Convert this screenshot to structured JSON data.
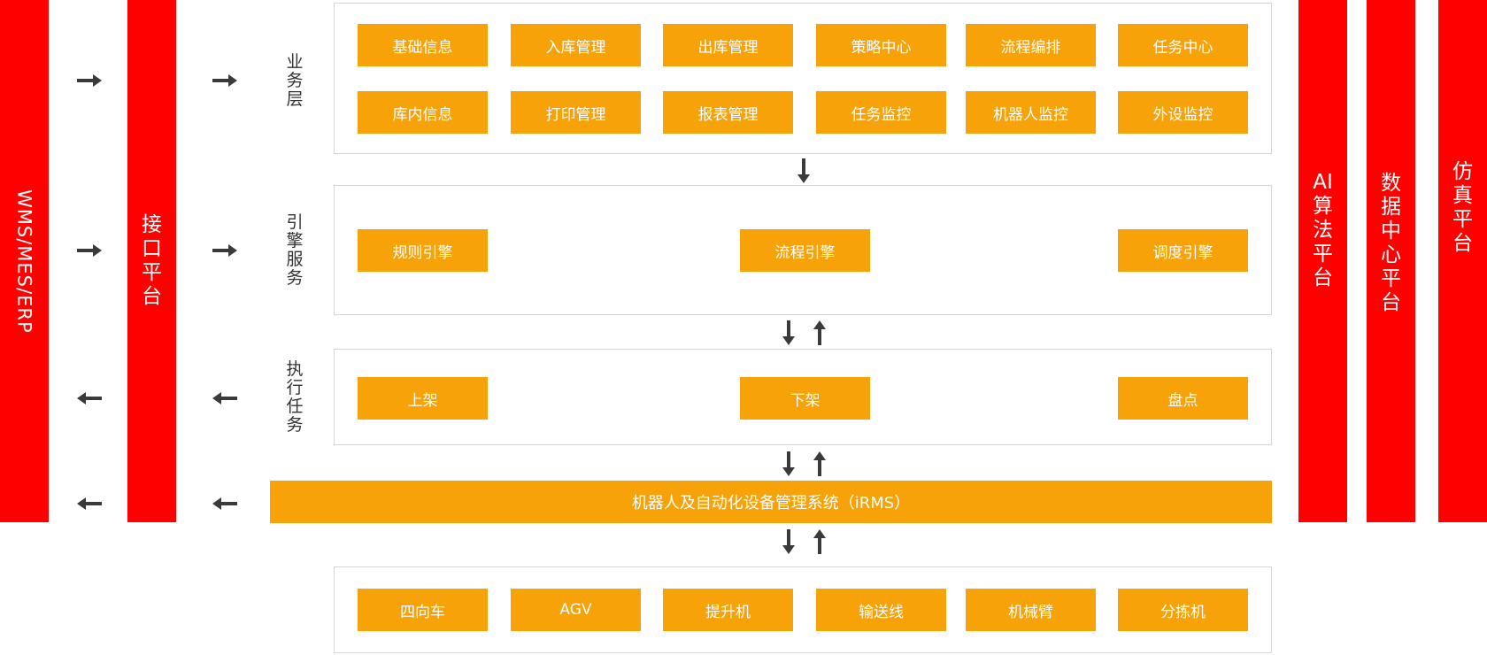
{
  "left_bars": {
    "systems": "WMS/MES/ERP",
    "interface_platform": [
      "接",
      "口",
      "平",
      "台"
    ]
  },
  "right_bars": {
    "ai_platform": [
      "AI",
      "算",
      "法",
      "平",
      "台"
    ],
    "data_center": [
      "数",
      "据",
      "中",
      "心",
      "平",
      "台"
    ],
    "simulation": [
      "仿",
      "真",
      "平",
      "台"
    ]
  },
  "layers": {
    "business": {
      "label": [
        "业",
        "务",
        "层"
      ],
      "row1": [
        "基础信息",
        "入库管理",
        "出库管理",
        "策略中心",
        "流程编排",
        "任务中心"
      ],
      "row2": [
        "库内信息",
        "打印管理",
        "报表管理",
        "任务监控",
        "机器人监控",
        "外设监控"
      ]
    },
    "engine": {
      "label": [
        "引",
        "擎",
        "服",
        "务"
      ],
      "items": [
        "规则引擎",
        "流程引擎",
        "调度引擎"
      ]
    },
    "execution": {
      "label": [
        "执",
        "行",
        "任",
        "务"
      ],
      "items": [
        "上架",
        "下架",
        "盘点"
      ]
    },
    "irms": "机器人及自动化设备管理系统（iRMS）",
    "devices": [
      "四向车",
      "AGV",
      "提升机",
      "输送线",
      "机械臂",
      "分拣机"
    ]
  },
  "colors": {
    "bar_red": "#ff0000",
    "box_orange": "#f8a20a",
    "arrow_gray": "#3a3a3a"
  }
}
